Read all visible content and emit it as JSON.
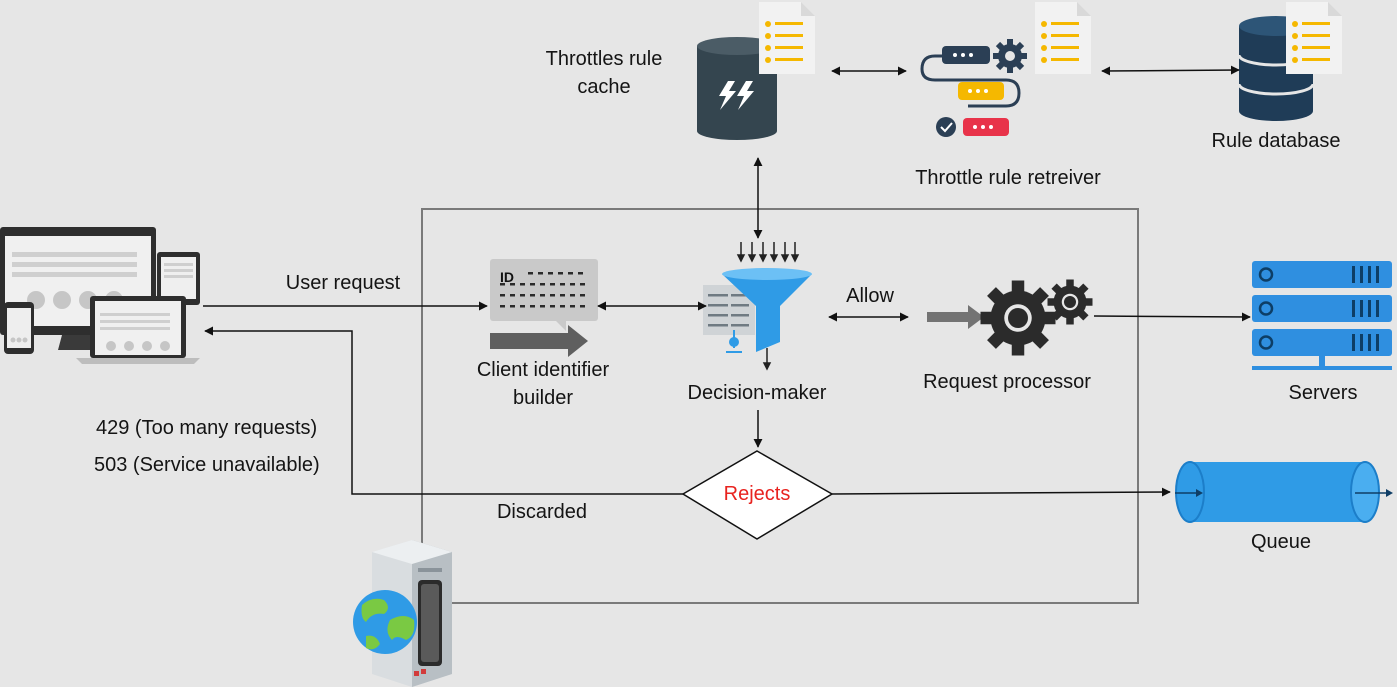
{
  "labels": {
    "cache": "Throttles rule cache",
    "retriever": "Throttle rule retreiver",
    "rule_database": "Rule database",
    "user_request": "User request",
    "client_identifier": "Client identifier builder",
    "decision_maker": "Decision-maker",
    "allow": "Allow",
    "request_processor": "Request processor",
    "servers": "Servers",
    "rejects": "Rejects",
    "discarded": "Discarded",
    "queue": "Queue",
    "error_429": "429 (Too many requests)",
    "error_503": "503 (Service unavailable)",
    "id_badge": "ID"
  },
  "icons": {
    "clients": "devices-icon",
    "cache": "cache-database-icon",
    "retriever": "pipeline-gear-icon",
    "database": "database-icon",
    "documents": "document-list-icon",
    "client_id": "id-card-icon",
    "decision": "funnel-icon",
    "processor": "gears-icon",
    "servers": "server-rack-icon",
    "queue": "queue-cylinder-icon",
    "host": "web-server-icon"
  },
  "colors": {
    "background": "#e6e6e6",
    "reject_text": "#e8231f",
    "accent_blue": "#2f9be6",
    "dark_slate": "#34454f",
    "doc_yellow": "#f5b800"
  }
}
